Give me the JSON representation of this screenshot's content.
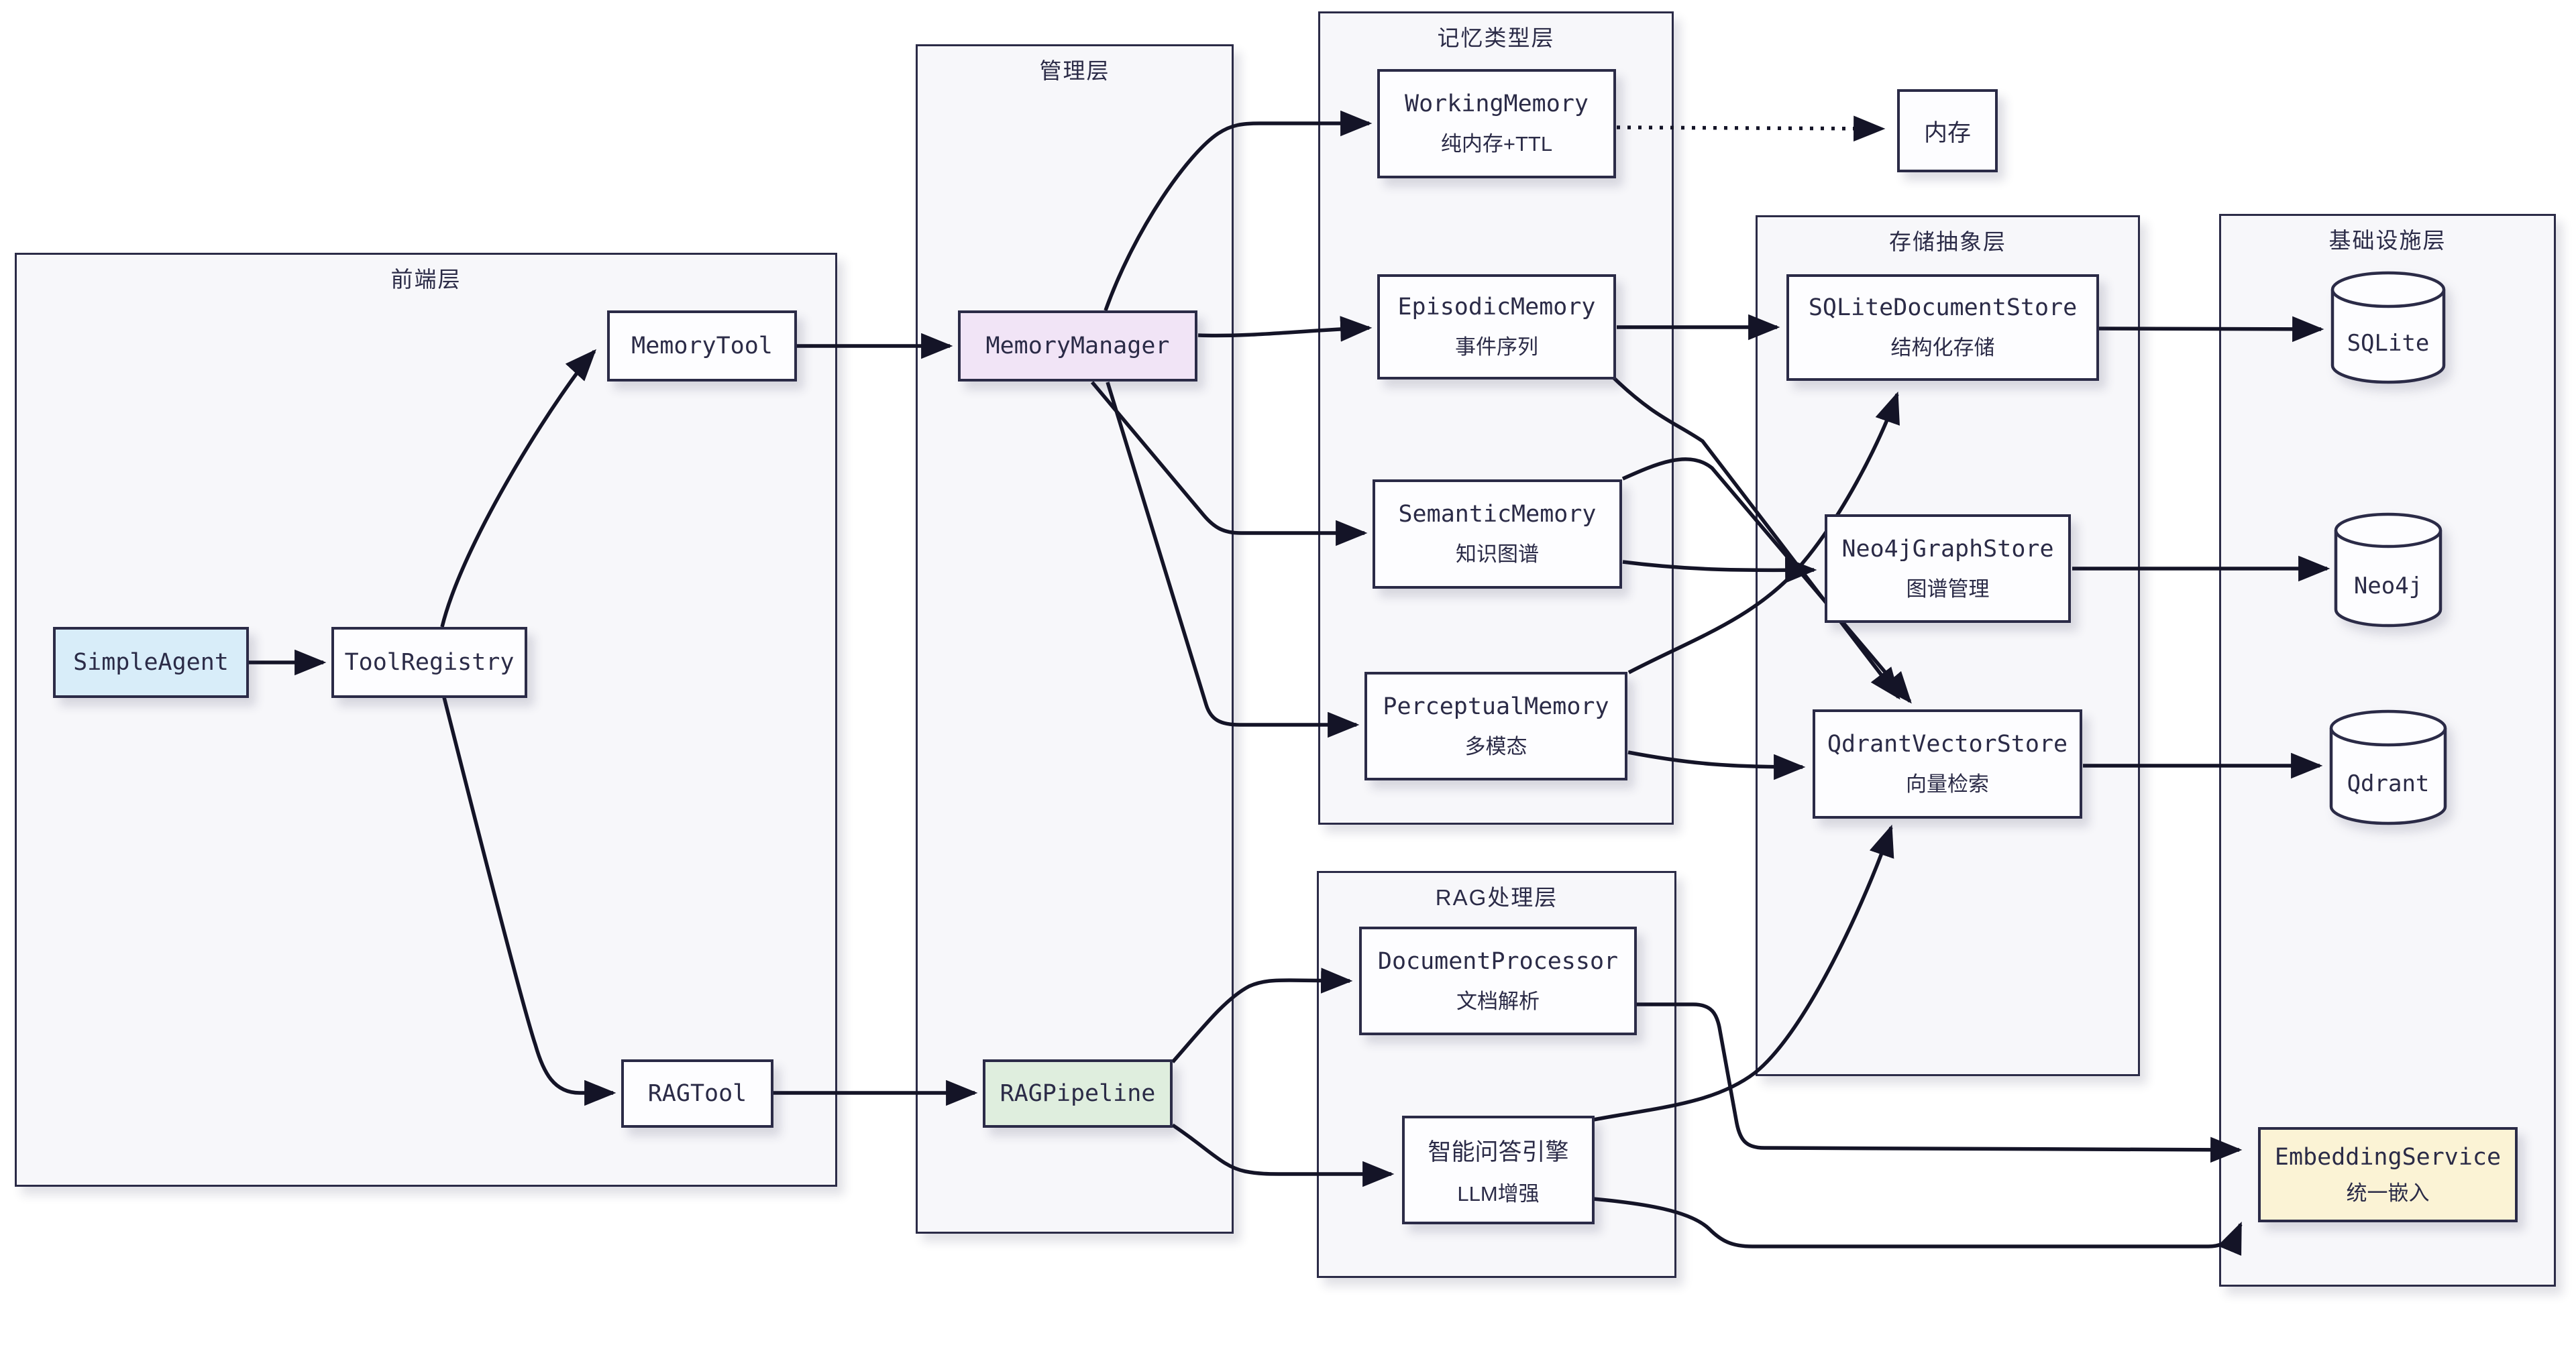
{
  "diagram": {
    "type": "flowchart-architecture",
    "containers": {
      "frontend": {
        "title": "前端层"
      },
      "management": {
        "title": "管理层"
      },
      "memory_types": {
        "title": "记忆类型层"
      },
      "rag": {
        "title": "RAG处理层"
      },
      "storage": {
        "title": "存储抽象层"
      },
      "infra": {
        "title": "基础设施层"
      }
    },
    "nodes": {
      "simple_agent": {
        "label": "SimpleAgent"
      },
      "tool_registry": {
        "label": "ToolRegistry"
      },
      "memory_tool": {
        "label": "MemoryTool"
      },
      "rag_tool": {
        "label": "RAGTool"
      },
      "memory_manager": {
        "label": "MemoryManager"
      },
      "rag_pipeline": {
        "label": "RAGPipeline"
      },
      "working_memory": {
        "label": "WorkingMemory",
        "sublabel": "纯内存+TTL"
      },
      "episodic_memory": {
        "label": "EpisodicMemory",
        "sublabel": "事件序列"
      },
      "semantic_memory": {
        "label": "SemanticMemory",
        "sublabel": "知识图谱"
      },
      "perceptual_memory": {
        "label": "PerceptualMemory",
        "sublabel": "多模态"
      },
      "ram": {
        "label": "内存"
      },
      "sqlite_doc_store": {
        "label": "SQLiteDocumentStore",
        "sublabel": "结构化存储"
      },
      "neo4j_graph_store": {
        "label": "Neo4jGraphStore",
        "sublabel": "图谱管理"
      },
      "qdrant_vector_store": {
        "label": "QdrantVectorStore",
        "sublabel": "向量检索"
      },
      "document_processor": {
        "label": "DocumentProcessor",
        "sublabel": "文档解析"
      },
      "qa_engine": {
        "label": "智能问答引擎",
        "sublabel": "LLM增强"
      },
      "embedding_service": {
        "label": "EmbeddingService",
        "sublabel": "统一嵌入"
      },
      "sqlite_db": {
        "label": "SQLite"
      },
      "neo4j_db": {
        "label": "Neo4j"
      },
      "qdrant_db": {
        "label": "Qdrant"
      }
    },
    "edges": [
      {
        "from": "simple_agent",
        "to": "tool_registry",
        "style": "solid"
      },
      {
        "from": "tool_registry",
        "to": "memory_tool",
        "style": "solid"
      },
      {
        "from": "tool_registry",
        "to": "rag_tool",
        "style": "solid"
      },
      {
        "from": "memory_tool",
        "to": "memory_manager",
        "style": "solid"
      },
      {
        "from": "rag_tool",
        "to": "rag_pipeline",
        "style": "solid"
      },
      {
        "from": "memory_manager",
        "to": "working_memory",
        "style": "solid"
      },
      {
        "from": "memory_manager",
        "to": "episodic_memory",
        "style": "solid"
      },
      {
        "from": "memory_manager",
        "to": "semantic_memory",
        "style": "solid"
      },
      {
        "from": "memory_manager",
        "to": "perceptual_memory",
        "style": "solid"
      },
      {
        "from": "working_memory",
        "to": "ram",
        "style": "dotted"
      },
      {
        "from": "episodic_memory",
        "to": "sqlite_doc_store",
        "style": "solid"
      },
      {
        "from": "episodic_memory",
        "to": "qdrant_vector_store",
        "style": "solid"
      },
      {
        "from": "semantic_memory",
        "to": "neo4j_graph_store",
        "style": "solid"
      },
      {
        "from": "semantic_memory",
        "to": "qdrant_vector_store",
        "style": "solid"
      },
      {
        "from": "perceptual_memory",
        "to": "sqlite_doc_store",
        "style": "solid"
      },
      {
        "from": "perceptual_memory",
        "to": "qdrant_vector_store",
        "style": "solid"
      },
      {
        "from": "rag_pipeline",
        "to": "document_processor",
        "style": "solid"
      },
      {
        "from": "rag_pipeline",
        "to": "qa_engine",
        "style": "solid"
      },
      {
        "from": "document_processor",
        "to": "embedding_service",
        "style": "solid"
      },
      {
        "from": "qa_engine",
        "to": "qdrant_vector_store",
        "style": "solid"
      },
      {
        "from": "qa_engine",
        "to": "embedding_service",
        "style": "solid"
      },
      {
        "from": "sqlite_doc_store",
        "to": "sqlite_db",
        "style": "solid"
      },
      {
        "from": "neo4j_graph_store",
        "to": "neo4j_db",
        "style": "solid"
      },
      {
        "from": "qdrant_vector_store",
        "to": "qdrant_db",
        "style": "solid"
      }
    ],
    "colors": {
      "edge": "#141427",
      "border": "#2b2b47",
      "text": "#2b2b47",
      "node_fill": "#fdfdff",
      "container_fill": "#f7f7fa",
      "agent_fill": "#d8edf9",
      "manager_fill": "#f1e4f6",
      "pipeline_fill": "#dfeede",
      "embedding_fill": "#fbf3d5",
      "canvas_bg": "#ffffff"
    }
  }
}
